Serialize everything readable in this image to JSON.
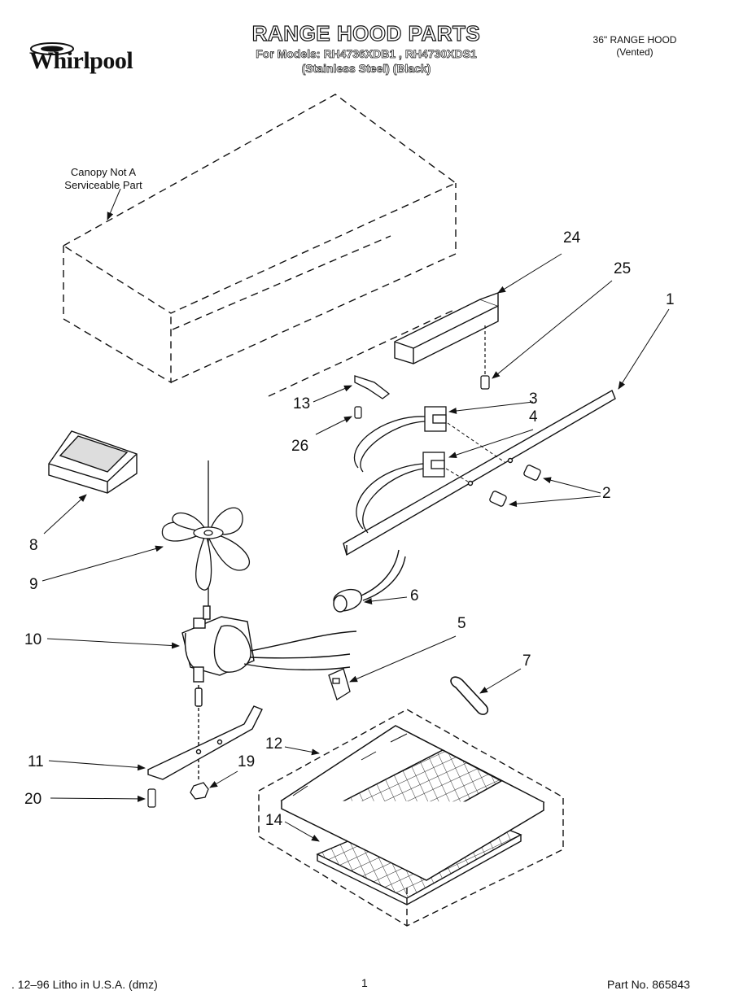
{
  "header": {
    "brand": "Whirlpool",
    "title": "RANGE HOOD PARTS",
    "models_line": "For Models: RH4736XDB1 , RH4730XDS1",
    "finish_line": "(Stainless Steel) (Black)",
    "size_label": "36\" RANGE HOOD",
    "vent_label": "(Vented)"
  },
  "diagram": {
    "canopy_note_line1": "Canopy Not A",
    "canopy_note_line2": "Serviceable Part",
    "callouts": {
      "p1": "1",
      "p2": "2",
      "p3": "3",
      "p4": "4",
      "p5": "5",
      "p6": "6",
      "p7": "7",
      "p8": "8",
      "p9": "9",
      "p10": "10",
      "p11": "11",
      "p12": "12",
      "p13": "13",
      "p14": "14",
      "p19": "19",
      "p20": "20",
      "p24": "24",
      "p25": "25",
      "p26": "26"
    }
  },
  "footer": {
    "litho": ". 12–96 Litho in U.S.A. (dmz)",
    "page_number": "1",
    "part_number": "Part No. 865843"
  }
}
